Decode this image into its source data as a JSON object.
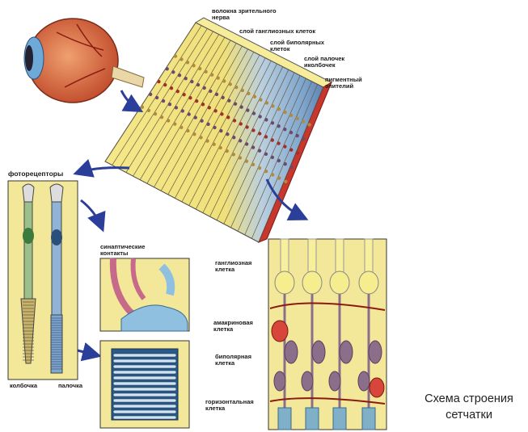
{
  "labels": {
    "optic_nerve_fibers": "волокна зрительного\nнерва",
    "ganglion_layer": "слой ганглиозных клеток",
    "bipolar_layer": "слой биполярных\nклеток",
    "rods_cones_layer": "слой палочек\nиколбочек",
    "pigment_epithelium": "пигментный\nэпителий",
    "photoreceptors": "фоторецепторы",
    "synaptic_contacts": "синаптические\nконтакты",
    "cone": "колбочка",
    "rod": "палочка",
    "ganglion_cell": "ганглиозная\nклетка",
    "amacrine_cell": "амакриновая\nклетка",
    "bipolar_cell": "биполярная\nклетка",
    "horizontal_cell": "горизонтальная\nклетка"
  },
  "caption": "Схема строения\nсетчатки",
  "colors": {
    "retina_yellow": "#f2e27a",
    "pigment_red": "#c8372d",
    "photoreceptor_blue": "#8fb4d6",
    "cell_purple": "#8b6f8a",
    "arrow_blue": "#2b3f9a"
  }
}
